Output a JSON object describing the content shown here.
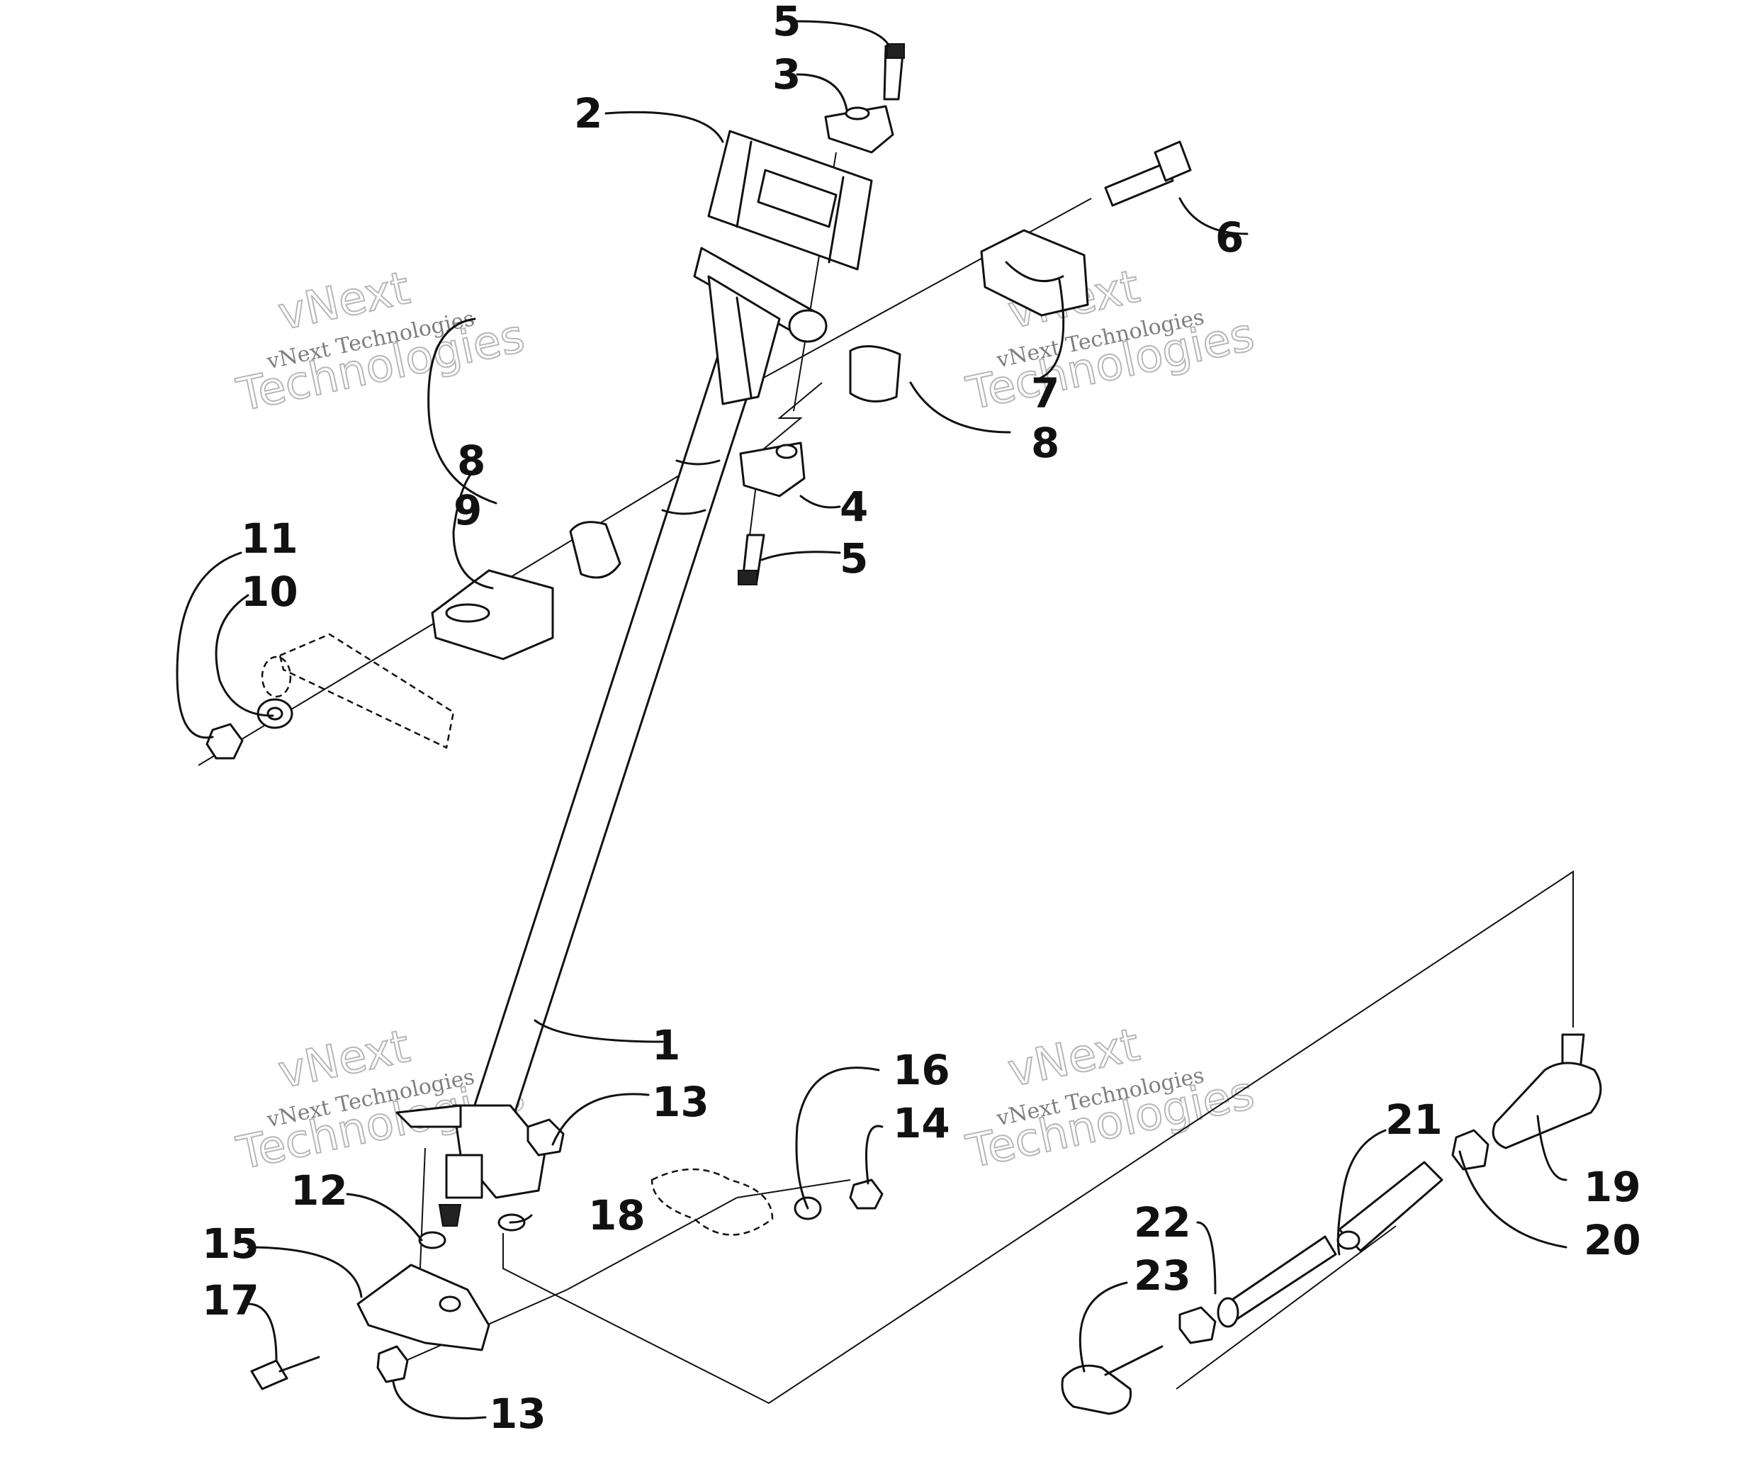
{
  "diagram": {
    "callouts": [
      {
        "id": "c5a",
        "text": "5"
      },
      {
        "id": "c3",
        "text": "3"
      },
      {
        "id": "c2",
        "text": "2"
      },
      {
        "id": "c6",
        "text": "6"
      },
      {
        "id": "c7",
        "text": "7"
      },
      {
        "id": "c8a",
        "text": "8"
      },
      {
        "id": "c8b",
        "text": "8"
      },
      {
        "id": "c4",
        "text": "4"
      },
      {
        "id": "c5b",
        "text": "5"
      },
      {
        "id": "c9",
        "text": "9"
      },
      {
        "id": "c11",
        "text": "11"
      },
      {
        "id": "c10",
        "text": "10"
      },
      {
        "id": "c1",
        "text": "1"
      },
      {
        "id": "c13a",
        "text": "13"
      },
      {
        "id": "c16",
        "text": "16"
      },
      {
        "id": "c14",
        "text": "14"
      },
      {
        "id": "c12",
        "text": "12"
      },
      {
        "id": "c18",
        "text": "18"
      },
      {
        "id": "c15",
        "text": "15"
      },
      {
        "id": "c17",
        "text": "17"
      },
      {
        "id": "c13b",
        "text": "13"
      },
      {
        "id": "c21",
        "text": "21"
      },
      {
        "id": "c19",
        "text": "19"
      },
      {
        "id": "c20",
        "text": "20"
      },
      {
        "id": "c22",
        "text": "22"
      },
      {
        "id": "c23",
        "text": "23"
      }
    ],
    "watermark": {
      "line_top": "vNext",
      "line_bottom": "Technologies",
      "small": "vNext Technologies"
    }
  }
}
